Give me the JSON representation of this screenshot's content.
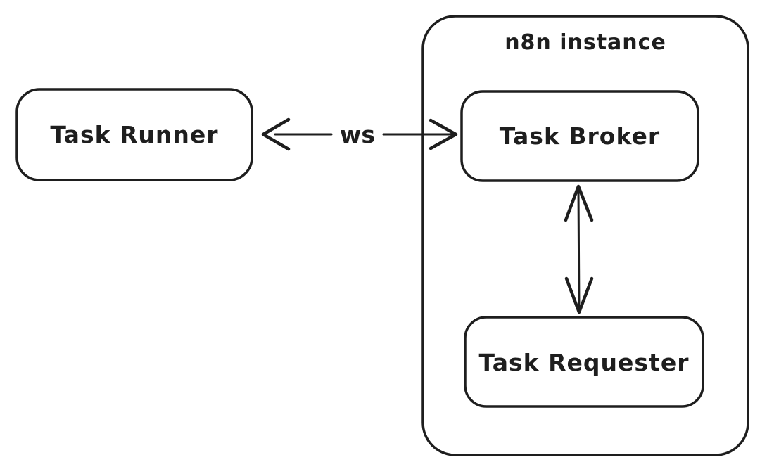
{
  "canvas": {
    "background": "#ffffff",
    "stroke_color": "#1e1e1e"
  },
  "container": {
    "label": "n8n instance"
  },
  "nodes": {
    "task_runner": {
      "label": "Task Runner"
    },
    "task_broker": {
      "label": "Task Broker"
    },
    "task_requester": {
      "label": "Task Requester"
    }
  },
  "edges": {
    "runner_broker": {
      "label": "ws",
      "direction": "bidirectional"
    },
    "broker_requester": {
      "label": "",
      "direction": "bidirectional"
    }
  }
}
